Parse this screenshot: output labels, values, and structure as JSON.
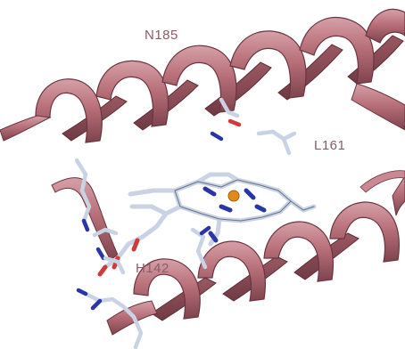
{
  "labels": {
    "top_residue": "N185",
    "right_residue": "L161",
    "lower_residue": "H142"
  },
  "colors": {
    "helix_ribbon": "#b8707a",
    "helix_dark": "#7e434d",
    "helix_light": "#d39aa3",
    "stick_carbon": "#c9d3e4",
    "stick_nitrogen": "#2a36a8",
    "stick_oxygen": "#d23a3a",
    "heme_iron": "#e08a1a",
    "label_text": "#8c5c68"
  },
  "icons": [
    "protein-helix-ribbon",
    "heme-stick-model",
    "iron-atom"
  ]
}
